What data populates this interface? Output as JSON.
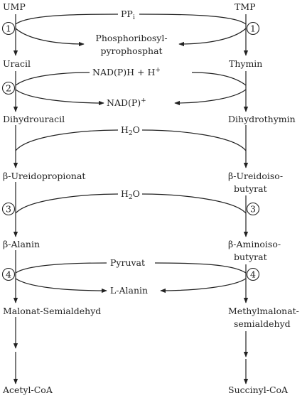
{
  "left": {
    "compounds": [
      "UMP",
      "Uracil",
      "Dihydrouracil",
      "β-Ureidopropionat",
      "β-Alanin",
      "Malonat-Semialdehyd",
      "Acetyl-CoA"
    ]
  },
  "right": {
    "compounds": [
      "TMP",
      "Thymin",
      "Dihydrothymin",
      "β-Ureidoiso-",
      "butyrat",
      "β-Aminoiso-",
      "butyrat",
      "Methylmalonat-",
      "semialdehyd",
      "Succinyl-CoA"
    ]
  },
  "steps": {
    "s1": "1",
    "s2": "2",
    "s3": "3",
    "s4": "4"
  },
  "cofactors": {
    "ppi": "PP",
    "ppi_sub": "i",
    "prpp_1": "Phosphoribosyl-",
    "prpp_2": "pyrophosphat",
    "nadph": "NAD(P)H + H",
    "nadph_sup": "+",
    "nadp": "NAD(P)",
    "nadp_sup": "+",
    "h2o_a_h": "H",
    "h2o_a_sub": "2",
    "h2o_a_o": "O",
    "h2o_b_h": "H",
    "h2o_b_sub": "2",
    "h2o_b_o": "O",
    "pyruvat": "Pyruvat",
    "lalanin": "L-Alanin"
  }
}
